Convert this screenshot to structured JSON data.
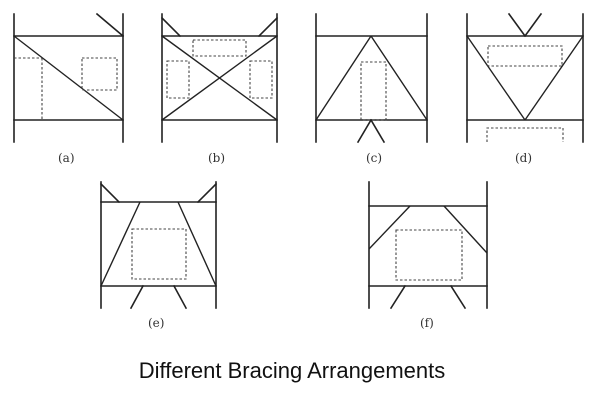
{
  "caption": "Different Bracing Arrangements",
  "panels": [
    {
      "id": "a",
      "label": "(a)"
    },
    {
      "id": "b",
      "label": "(b)"
    },
    {
      "id": "c",
      "label": "(c)"
    },
    {
      "id": "d",
      "label": "(d)"
    },
    {
      "id": "e",
      "label": "(e)"
    },
    {
      "id": "f",
      "label": "(f)"
    }
  ]
}
